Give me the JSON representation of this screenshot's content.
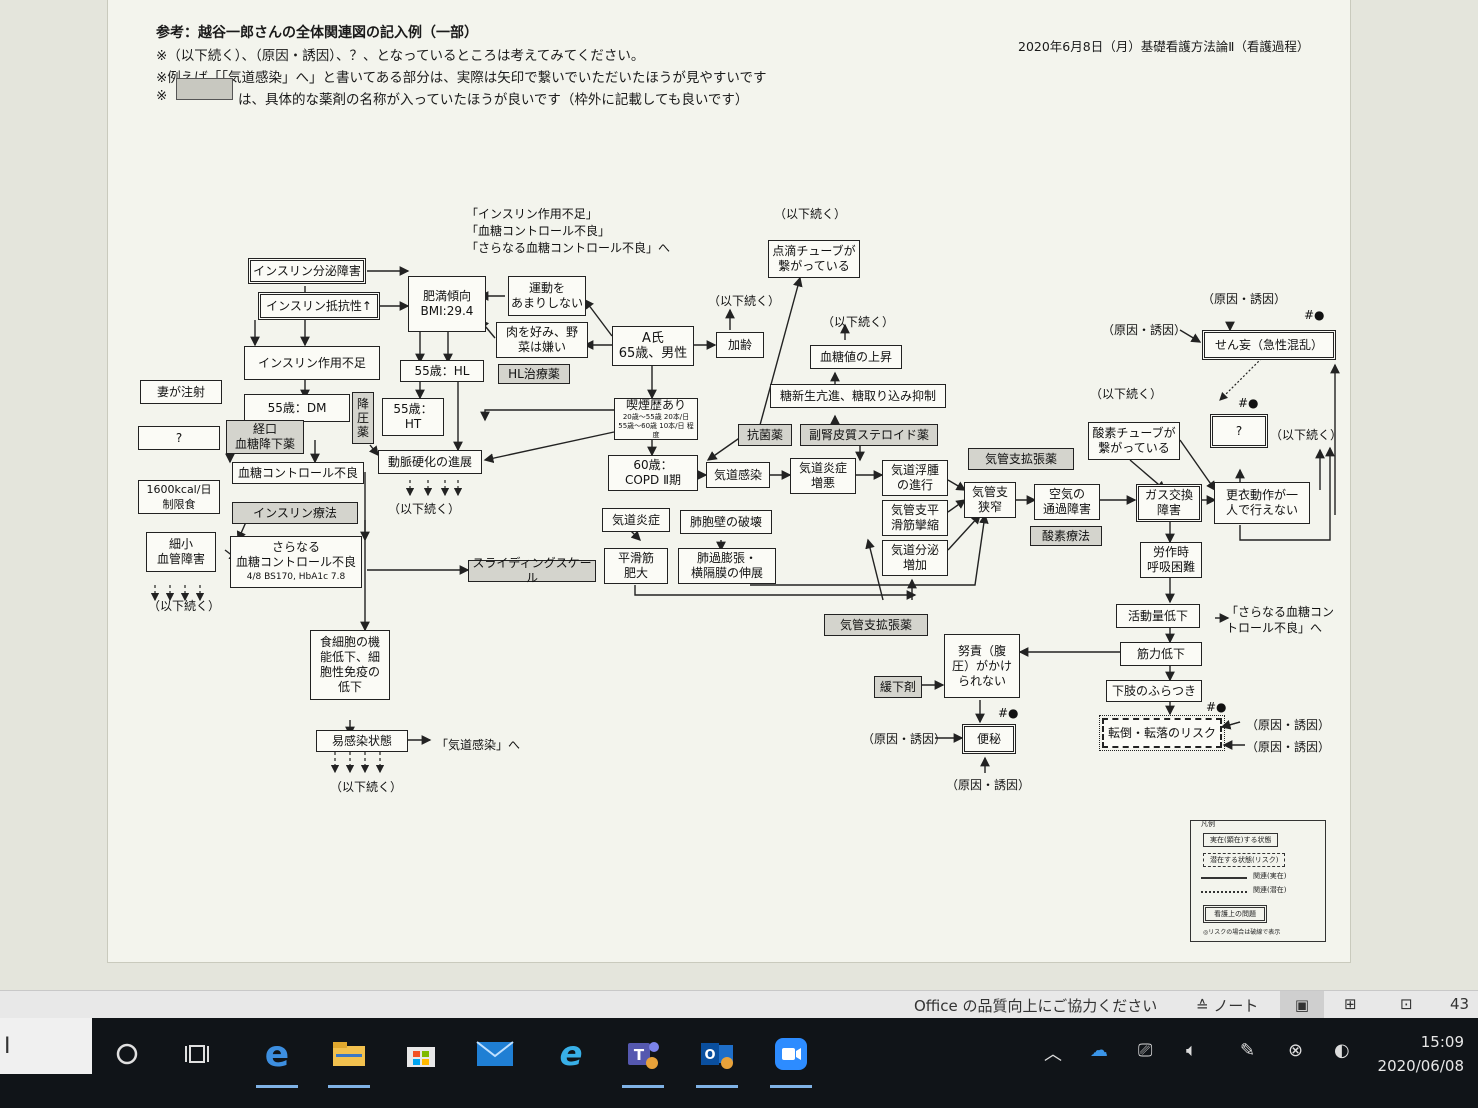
{
  "document": {
    "title": "参考：越谷一郎さんの全体関連図の記入例（一部）",
    "date_header": "2020年6月8日（月）基礎看護方法論Ⅱ（看護過程）",
    "notes": [
      "※（以下続く）、（原因・誘因）、？、となっているところは考えてみてください。",
      "※例えば「「気道感染」へ」と書いてある部分は、実際は矢印で繋いでいただいたほうが見やすいです",
      "※",
      "は、具体的な薬剤の名称が入っていたほうが良いです（枠外に記載しても良いです）"
    ]
  },
  "diagram": {
    "nodes": {
      "insulin_secretion": "インスリン分泌障害",
      "insulin_resistance": "インスリン抵抗性↑",
      "insulin_action": "インスリン作用不足",
      "obesity": "肥満傾向\nBMI:29.4",
      "exercise": "運動を\nあまりしない",
      "meat": "肉を好み、野\n菜は嫌い",
      "patient": "A氏\n65歳、男性",
      "aging": "加齢",
      "hl55": "55歳：HL",
      "hl_drug": "HL治療薬",
      "wife": "妻が注射",
      "q1": "?",
      "dm55": "55歳：DM",
      "antihyper": "降\n圧\n薬",
      "ht55": "55歳：\nHT",
      "oral": "経口\n血糖降下薬",
      "athero": "動脈硬化の進展",
      "glucose_bad": "血糖コントロール不良",
      "kcal": "1600kcal/日\n制限食",
      "insulin_therapy": "インスリン療法",
      "micro": "細小\n血管障害",
      "further_glucose": "さらなる\n血糖コントロール不良",
      "further_glucose_sub": "4/8 BS170, HbA1c 7.8",
      "sliding": "スライディングスケール",
      "phago": "食細胞の機\n能低下、細\n胞性免疫の\n低下",
      "infect_prone": "易感染状態",
      "smoking": "喫煙歴あり",
      "smoking_sub": "20歳～55歳 20本/日\n55歳～60歳 10本/日 程度",
      "copd": "60歳：\nCOPD Ⅱ期",
      "airway_infection": "気道感染",
      "airway_inflam": "気道炎症",
      "alveoli": "肺胞壁の破壊",
      "smooth": "平滑筋\n肥大",
      "hyperinfl": "肺過膨張・\n横隔膜の伸展",
      "drip": "点滴チューブが\n繋がっている",
      "bg_rise": "血糖値の上昇",
      "gluconeo": "糖新生亢進、糖取り込み抑制",
      "antibiotic": "抗菌薬",
      "steroid": "副腎皮質ステロイド薬",
      "inflam_worse": "気道炎症\n増悪",
      "edema": "気道浮腫\nの進行",
      "spasm": "気管支平\n滑筋攣縮",
      "secretion": "気道分泌\n増加",
      "bronchodil1": "気管支拡張薬",
      "bronchodil2": "気管支拡張薬",
      "stenosis": "気管支\n狭窄",
      "airflow": "空気の\n通過障害",
      "o2therapy": "酸素療法",
      "o2tube": "酸素チューブが\n繋がっている",
      "gas": "ガス交換\n障害",
      "dressing": "更衣動作が一\n人で行えない",
      "q2": "?",
      "delirium": "せん妄（急性混乱）",
      "dyspnea": "労作時\n呼吸困難",
      "activity": "活動量低下",
      "muscle": "筋力低下",
      "legs": "下肢のふらつき",
      "fall": "転倒・転落のリスク",
      "strain": "努責（腹\n圧）がかけ\nられない",
      "laxative": "緩下剤",
      "constipation": "便秘"
    },
    "labels": {
      "cont": "（以下続く）",
      "cause": "（原因・誘因）",
      "hash": "#●",
      "to_airway": "「気道感染」へ",
      "to_glucose": "「さらなる血糖コン\nトロール不良」へ",
      "top_refs": "「インスリン作用不足」\n「血糖コントロール不良」\n「さらなる血糖コントロール不良」へ"
    }
  },
  "legend": {
    "title": "凡例",
    "items": [
      "実在(顕在)する状態",
      "潜在する状態(リスク)",
      "関連(実在)",
      "関連(潜在)",
      "看護上の問題",
      "◎リスクの場合は破線で表示"
    ]
  },
  "office_status": {
    "feedback": "Office の品質向上にご協力ください",
    "notes": "ノート",
    "zoom": "43"
  },
  "taskbar": {
    "search_text": "I",
    "time": "15:09",
    "date": "2020/06/08"
  },
  "colors": {
    "taskbar": "#101418",
    "accent": "#7fb2e5",
    "page": "#f3f4ed"
  }
}
